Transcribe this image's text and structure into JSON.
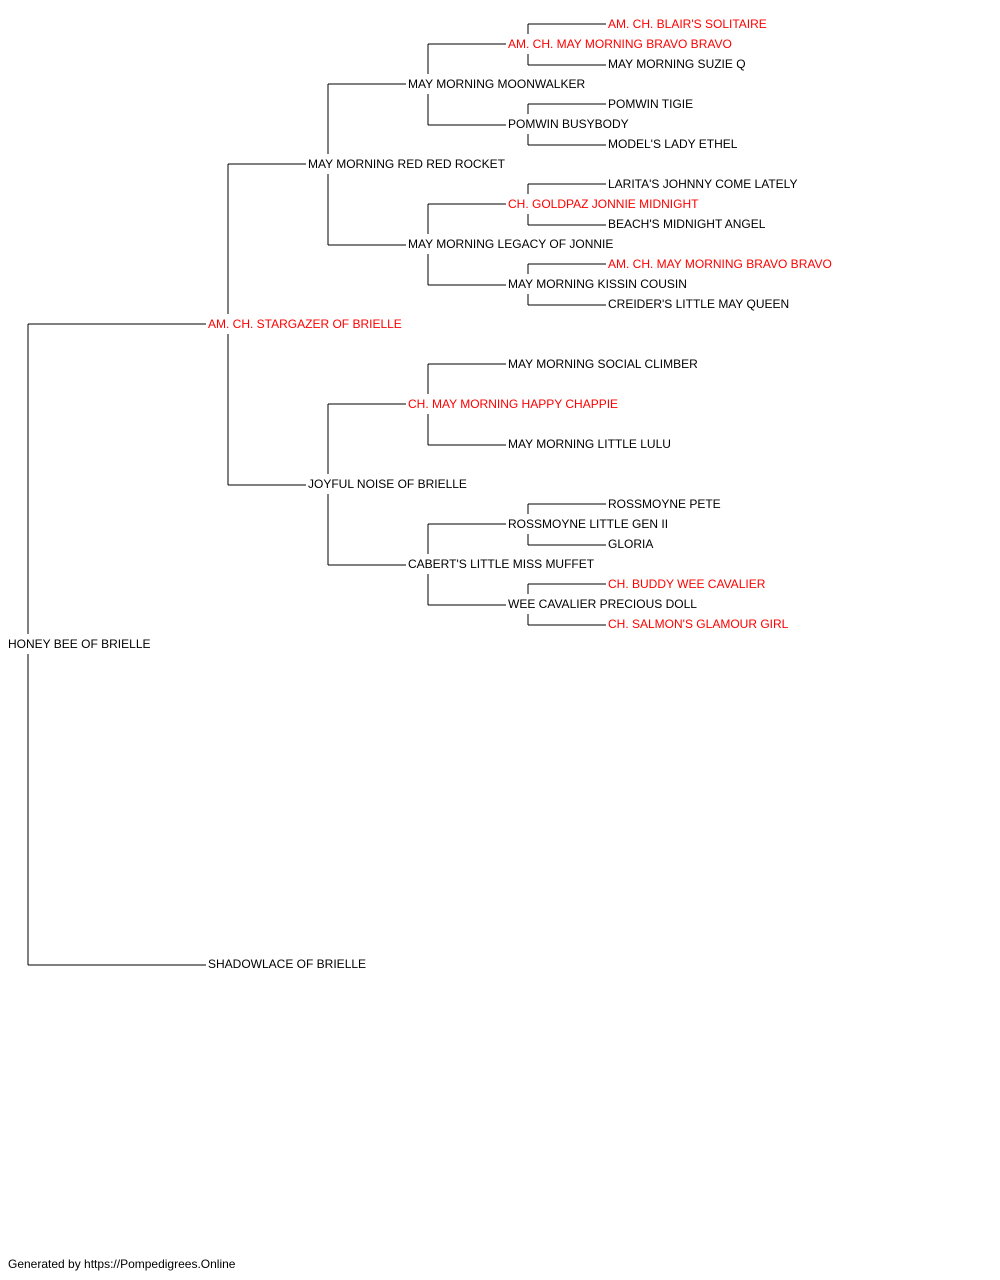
{
  "colors": {
    "champion": "#ff0000",
    "normal": "#000000",
    "line": "#000000"
  },
  "pedigree": {
    "subject": {
      "name": "HONEY BEE OF BRIELLE",
      "champion": false,
      "sire": {
        "name": "AM. CH. STARGAZER OF BRIELLE",
        "champion": true,
        "sire": {
          "name": "MAY MORNING RED RED ROCKET",
          "champion": false,
          "sire": {
            "name": "MAY MORNING MOONWALKER",
            "champion": false,
            "sire": {
              "name": "AM. CH. MAY MORNING BRAVO BRAVO",
              "champion": true,
              "sire": {
                "name": "AM. CH. BLAIR'S SOLITAIRE",
                "champion": true
              },
              "dam": {
                "name": "MAY MORNING SUZIE Q",
                "champion": false
              }
            },
            "dam": {
              "name": "POMWIN BUSYBODY",
              "champion": false,
              "sire": {
                "name": "POMWIN TIGIE",
                "champion": false
              },
              "dam": {
                "name": "MODEL'S LADY ETHEL",
                "champion": false
              }
            }
          },
          "dam": {
            "name": "MAY MORNING LEGACY OF JONNIE",
            "champion": false,
            "sire": {
              "name": "CH. GOLDPAZ JONNIE MIDNIGHT",
              "champion": true,
              "sire": {
                "name": "LARITA'S JOHNNY COME LATELY",
                "champion": false
              },
              "dam": {
                "name": "BEACH'S MIDNIGHT ANGEL",
                "champion": false
              }
            },
            "dam": {
              "name": "MAY MORNING KISSIN COUSIN",
              "champion": false,
              "sire": {
                "name": "AM. CH. MAY MORNING BRAVO BRAVO",
                "champion": true
              },
              "dam": {
                "name": "CREIDER'S LITTLE MAY QUEEN",
                "champion": false
              }
            }
          }
        },
        "dam": {
          "name": "JOYFUL NOISE OF BRIELLE",
          "champion": false,
          "sire": {
            "name": "CH. MAY MORNING HAPPY CHAPPIE",
            "champion": true,
            "sire": {
              "name": "MAY MORNING SOCIAL CLIMBER",
              "champion": false
            },
            "dam": {
              "name": "MAY MORNING LITTLE LULU",
              "champion": false
            }
          },
          "dam": {
            "name": "CABERT'S LITTLE MISS MUFFET",
            "champion": false,
            "sire": {
              "name": "ROSSMOYNE LITTLE GEN II",
              "champion": false,
              "sire": {
                "name": "ROSSMOYNE PETE",
                "champion": false
              },
              "dam": {
                "name": "GLORIA",
                "champion": false
              }
            },
            "dam": {
              "name": "WEE CAVALIER PRECIOUS DOLL",
              "champion": false,
              "sire": {
                "name": "CH. BUDDY WEE CAVALIER",
                "champion": true
              },
              "dam": {
                "name": "CH. SALMON'S GLAMOUR GIRL",
                "champion": true
              }
            }
          }
        }
      },
      "dam": {
        "name": "SHADOWLACE OF BRIELLE",
        "champion": false
      }
    }
  },
  "footer": {
    "text": "Generated by https://Pompedigrees.Online"
  }
}
